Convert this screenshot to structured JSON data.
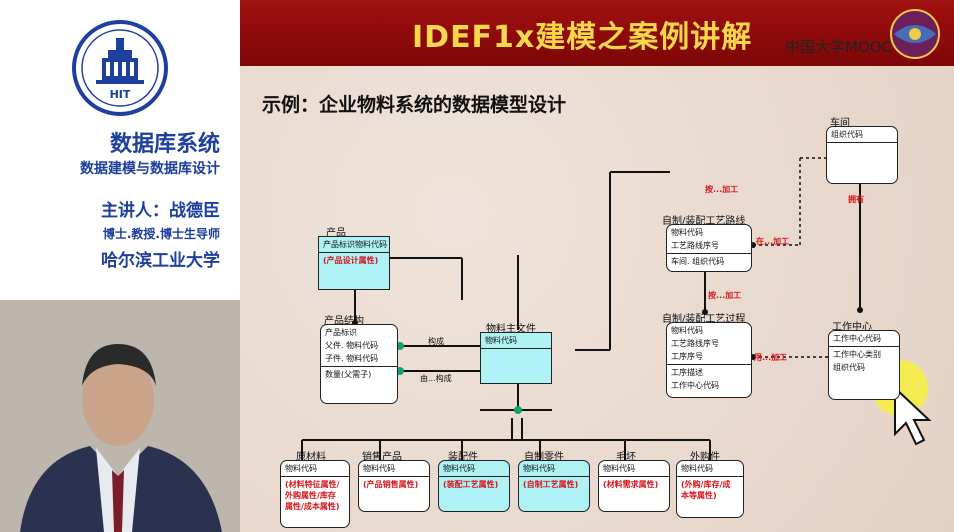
{
  "left_panel": {
    "logo_text": "HIT",
    "course_title": "数据库系统",
    "course_subtitle": "数据建模与数据库设计",
    "lecturer": "主讲人：战德臣",
    "lecturer_title": "博士.教授.博士生导师",
    "university": "哈尔滨工业大学"
  },
  "slide": {
    "banner_title": "IDEF1x建模之案例讲解",
    "mooc_text": "中国大学MOOC",
    "example_title": "示例：企业物料系统的数据模型设计",
    "entities": {
      "product": {
        "name": "产品",
        "key": "产品标识物料代码",
        "attr": "(产品设计属性)"
      },
      "structure": {
        "name": "产品结构",
        "k1": "产品标识",
        "k2": "父件. 物料代码",
        "k3": "子件. 物料代码",
        "attr": "数量(父需子)"
      },
      "master": {
        "name": "物料主文件",
        "key": "物料代码"
      },
      "route": {
        "name": "自制/装配工艺路线",
        "k1": "物料代码",
        "k2": "工艺路线序号",
        "attr": "车间. 组织代码"
      },
      "process": {
        "name": "自制/装配工艺过程",
        "k1": "物料代码",
        "k2": "工艺路线序号",
        "k3": "工序序号",
        "a1": "工序描述",
        "a2": "工作中心代码"
      },
      "workshop": {
        "name": "车间",
        "key": "组织代码"
      },
      "workcenter": {
        "name": "工作中心",
        "k1": "工作中心代码",
        "a1": "工作中心类别",
        "a2": "组织代码"
      },
      "raw": {
        "name": "原材料",
        "key": "物料代码",
        "attr": "(材料特征属性/ 外购属性/库存 属性/成本属性)"
      },
      "sales": {
        "name": "销售产品",
        "key": "物料代码",
        "attr": "(产品销售属性)"
      },
      "assembly": {
        "name": "装配件",
        "key": "物料代码",
        "attr": "(装配工艺属性)"
      },
      "selfmade": {
        "name": "自制零件",
        "key": "物料代码",
        "attr": "(自制工艺属性)"
      },
      "blank": {
        "name": "毛坯",
        "key": "物料代码",
        "attr": "(材料需求属性)"
      },
      "purchased": {
        "name": "外购件",
        "key": "物料代码",
        "attr": "(外购/库存/成 本等属性)"
      }
    },
    "relations": {
      "compose1": "构成",
      "compose2": "由...构成",
      "by_process": "按...加工",
      "in_process": "在...加工",
      "by_process2": "按...加工",
      "use_process": "用...加工",
      "owns": "拥有"
    }
  }
}
